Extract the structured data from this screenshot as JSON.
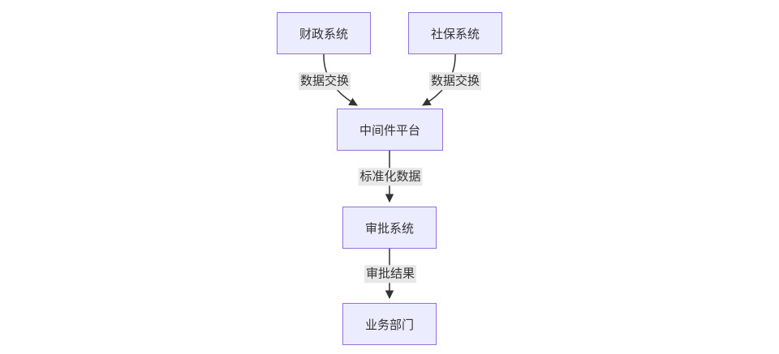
{
  "diagram": {
    "type": "flowchart",
    "direction": "top-down",
    "nodes": [
      {
        "id": "finance",
        "label": "财政系统"
      },
      {
        "id": "social",
        "label": "社保系统"
      },
      {
        "id": "middleware",
        "label": "中间件平台"
      },
      {
        "id": "approval",
        "label": "审批系统"
      },
      {
        "id": "business",
        "label": "业务部门"
      }
    ],
    "edges": [
      {
        "from": "finance",
        "to": "middleware",
        "label": "数据交换"
      },
      {
        "from": "social",
        "to": "middleware",
        "label": "数据交换"
      },
      {
        "from": "middleware",
        "to": "approval",
        "label": "标准化数据"
      },
      {
        "from": "approval",
        "to": "business",
        "label": "审批结果"
      }
    ],
    "colors": {
      "node_fill": "#ECECFF",
      "node_border": "#9370DB",
      "node_text": "#333333",
      "edge_stroke": "#333333",
      "edge_label_bg": "#e8e8e8",
      "edge_label_text": "#333333",
      "background": "#ffffff"
    }
  }
}
